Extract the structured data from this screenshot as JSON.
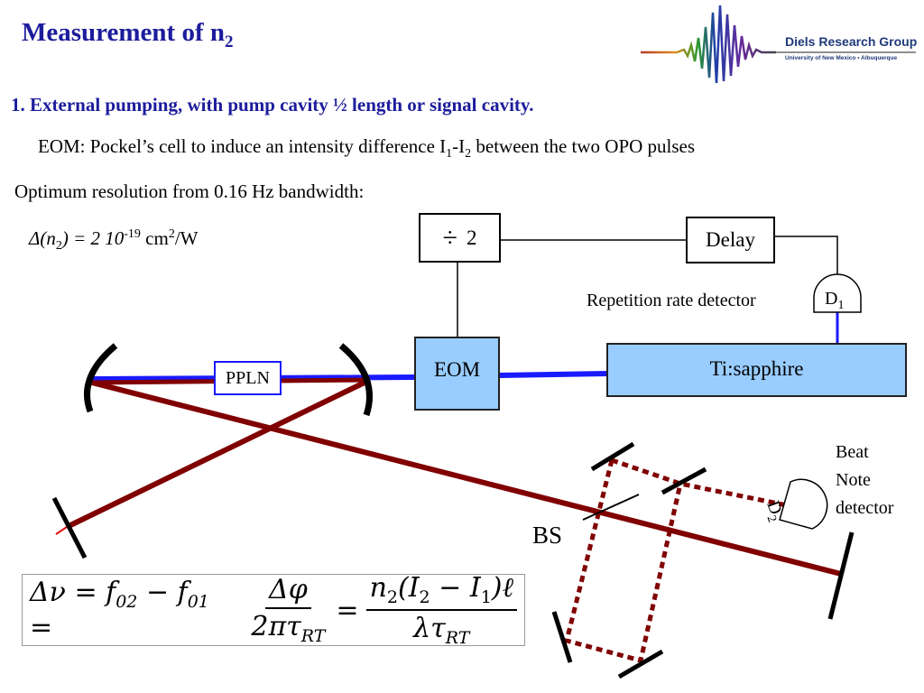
{
  "title": {
    "text": "Measurement of n",
    "sub": "2"
  },
  "logo": {
    "name": "Diels Research Group",
    "affiliation": "University of New Mexico • Albuquerque"
  },
  "heading": "1. External pumping, with pump cavity ½ length or signal cavity.",
  "eom_line": {
    "pre": "EOM: Pockel’s cell to induce an intensity difference I",
    "sub1": "1",
    "mid": "-I",
    "sub2": "2",
    "post": " between the two OPO pulses"
  },
  "resolution": "Optimum resolution from 0.16 Hz bandwidth:",
  "delta_n2": {
    "a": "Δ(n",
    "sub": "2",
    "b": ")  = 2 10",
    "exp": "-19",
    "c": " cm",
    "sup2": "2",
    "d": "/W"
  },
  "divider": {
    "value": "2"
  },
  "delay_label": "Delay",
  "rep_rate_label": "Repetition rate detector",
  "d1": {
    "letter": "D",
    "sub": "1"
  },
  "pp_ln_label": "PPLN",
  "eom_label": "EOM",
  "laser_label": "Ti:sapphire",
  "beat_note": [
    "Beat",
    "Note",
    "detector"
  ],
  "d2": {
    "letter": "D",
    "sub": "2"
  },
  "bs_label": "BS",
  "formula": {
    "lhs": "Δν = f",
    "f02_sub": "02",
    "minus": " − f",
    "f01_sub": "01",
    "eq": " =",
    "frac1_num": "Δφ",
    "frac1_den": "2πτ",
    "frac1_den_sub": "RT",
    "eq2": "=",
    "frac2_num": "n",
    "frac2_num_sub": "2",
    "frac2_num_rest": "(I",
    "frac2_i2": "2",
    "frac2_mid": " − I",
    "frac2_i1": "1",
    "frac2_end": ")ℓ",
    "frac2_den": "λτ",
    "frac2_den_sub": "RT"
  },
  "colors": {
    "title": "#1c1c9c",
    "blue_beam": "#1a1aff",
    "red_beam": "#800000",
    "blue_box": "#99ccff"
  }
}
